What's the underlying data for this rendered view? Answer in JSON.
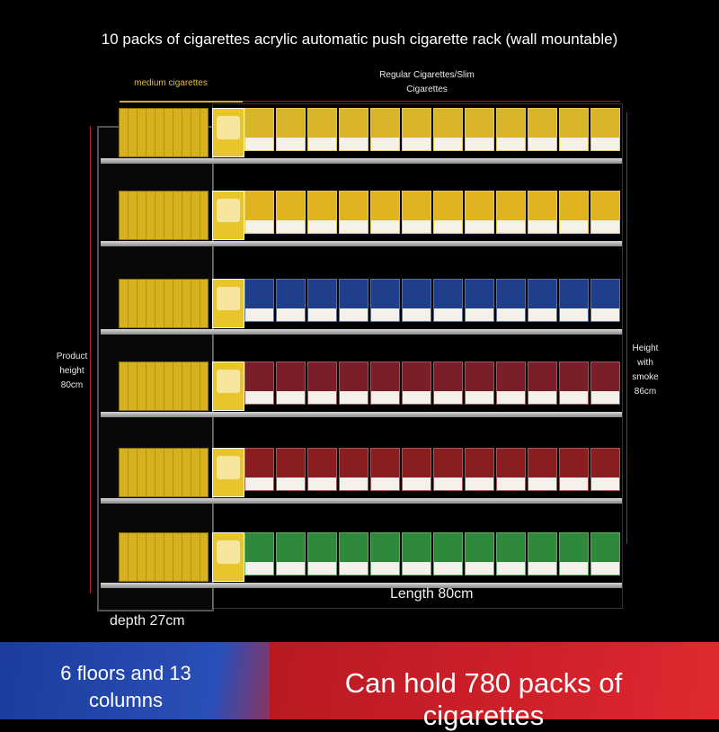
{
  "title": "10 packs of cigarettes acrylic automatic push cigarette rack (wall mountable)",
  "labels": {
    "medium": "medium cigarettes",
    "regular_1": "Regular Cigarettes/Slim",
    "regular_2": "Cigarettes",
    "product_height_1": "Product",
    "product_height_2": "height",
    "product_height_3": "80cm",
    "height_smoke_1": "Height",
    "height_smoke_2": "with",
    "height_smoke_3": "smoke",
    "height_smoke_4": "86cm",
    "length": "Length 80cm",
    "depth": "depth 27cm"
  },
  "banner": {
    "left_line1": "6 floors and 13",
    "left_line2": "columns",
    "right": "Can hold 780 packs of cigarettes"
  },
  "shelf_colors": [
    "#d9b52a",
    "#e0b420",
    "#1f3f8a",
    "#7a1f2a",
    "#8a1e1e",
    "#2e8a3a"
  ]
}
